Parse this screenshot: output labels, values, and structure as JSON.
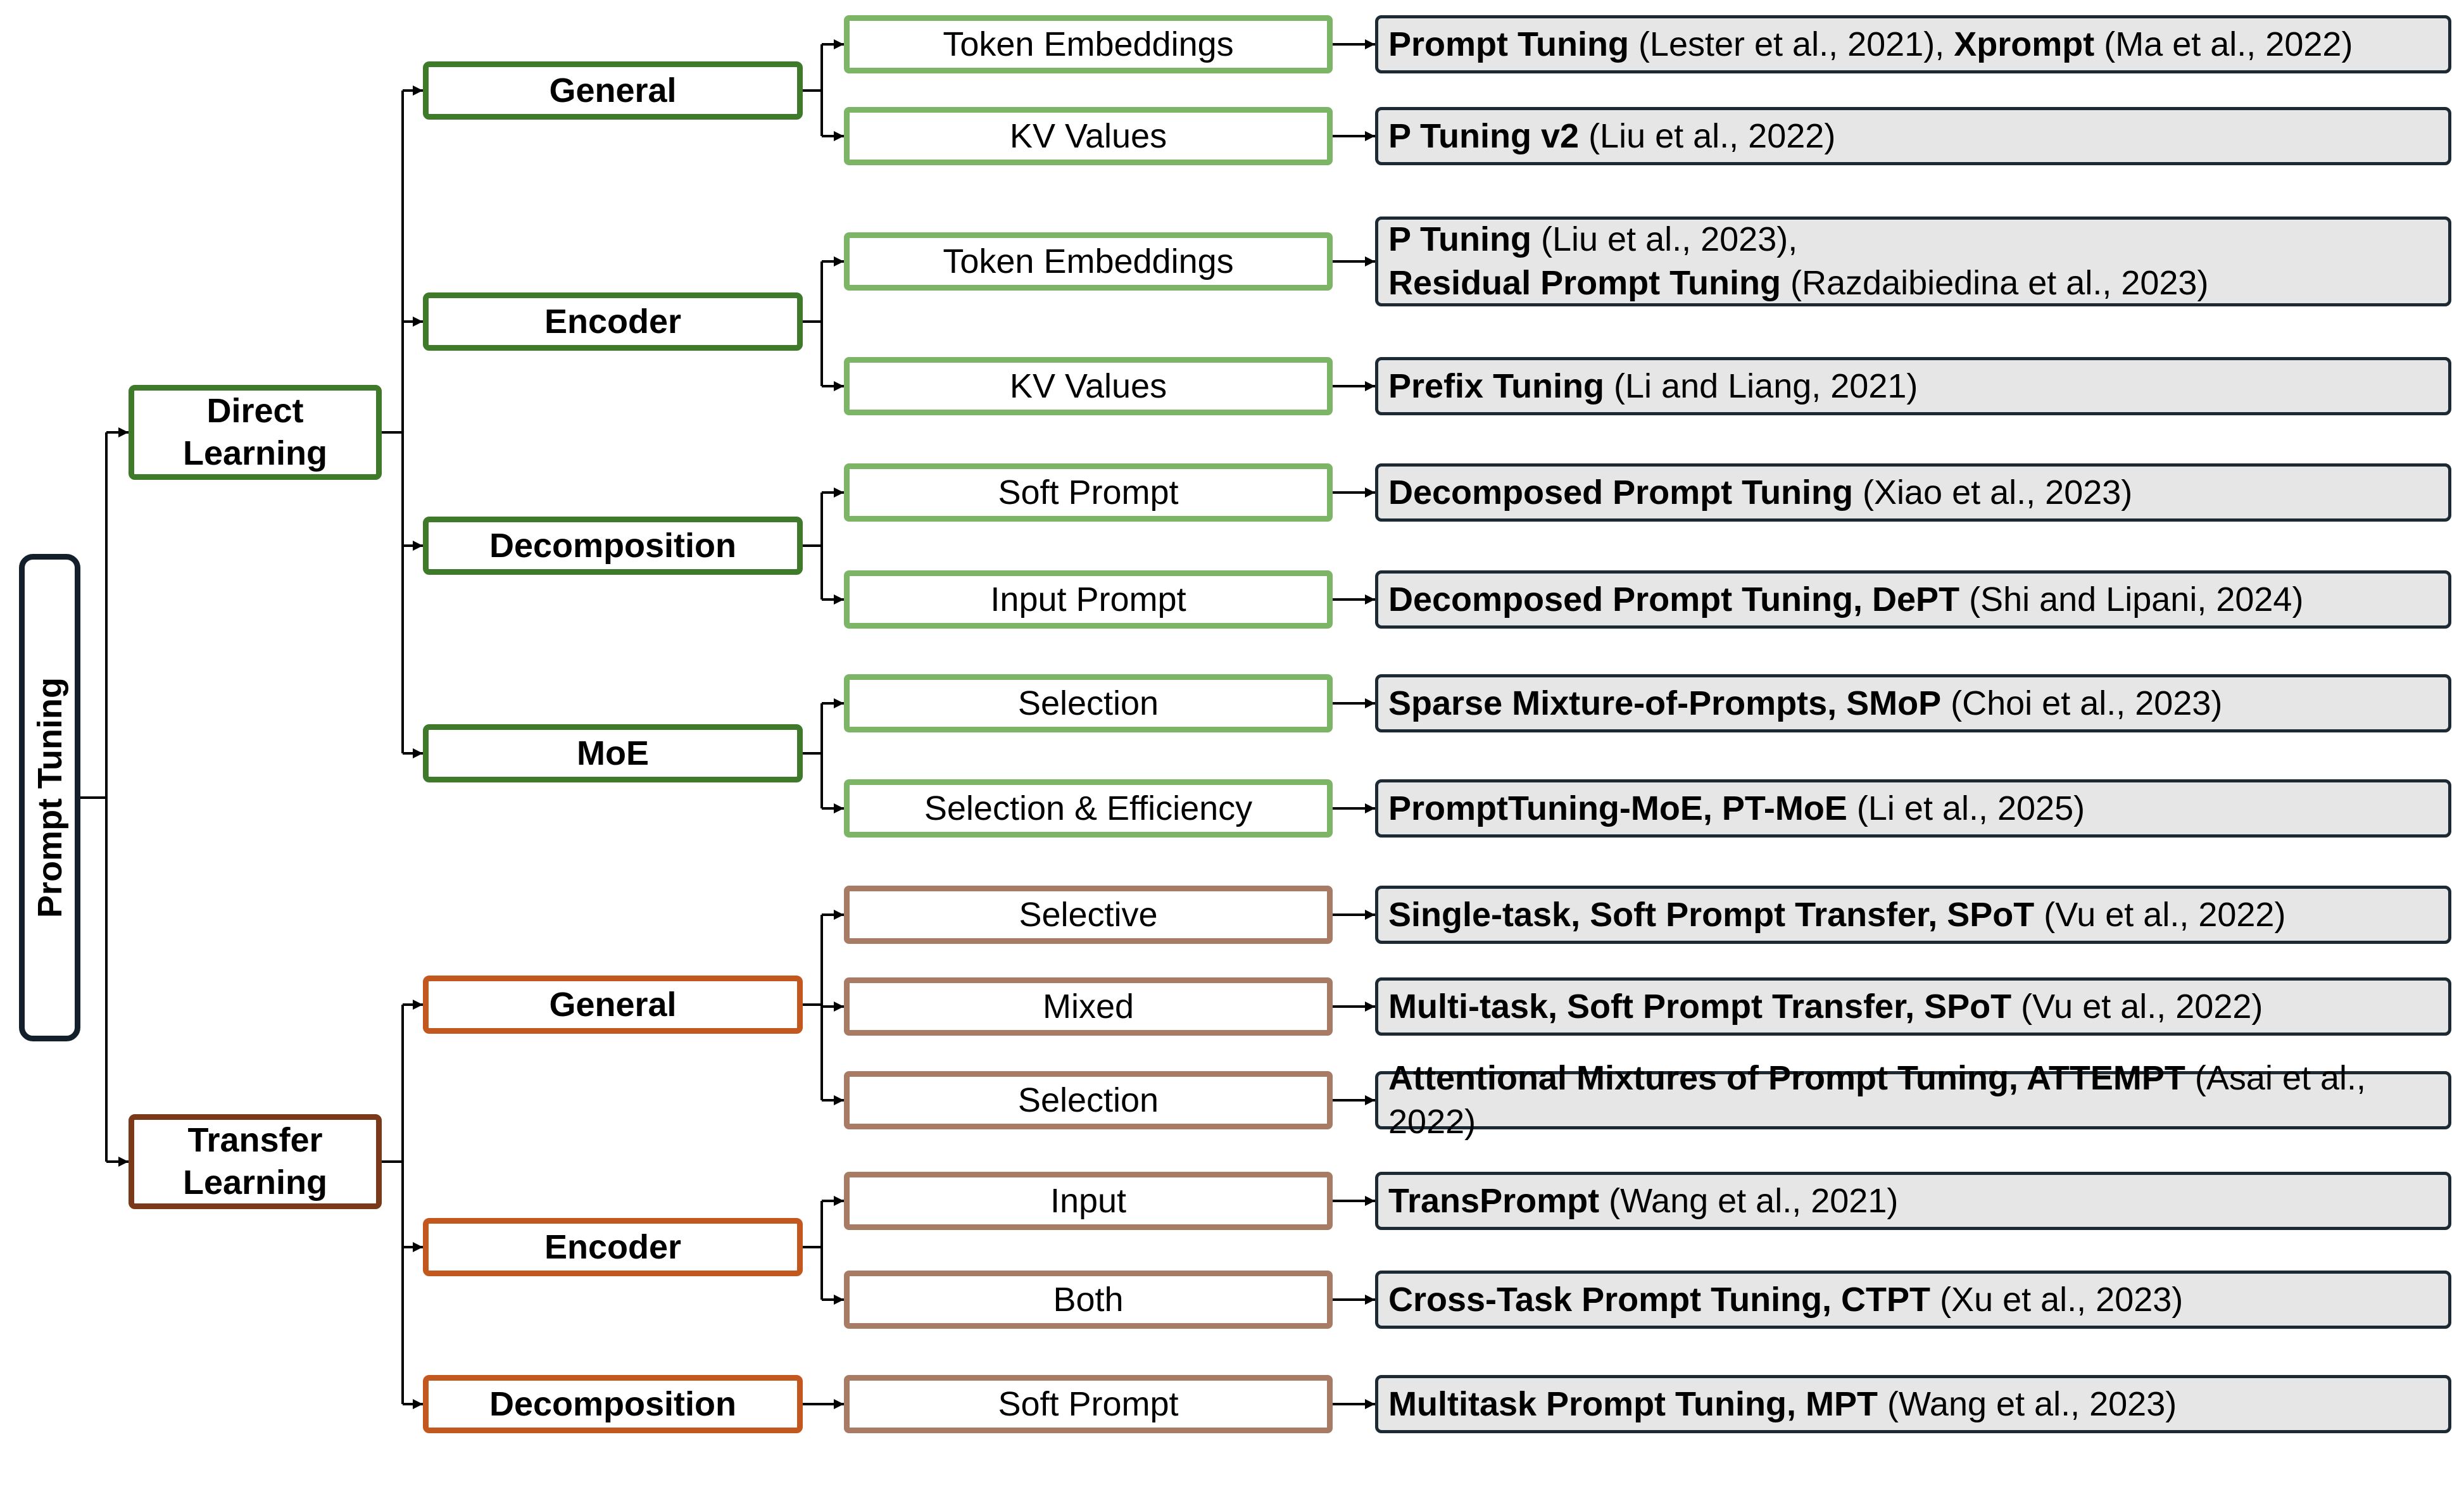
{
  "root": {
    "label": "Prompt Tuning"
  },
  "branches": [
    {
      "label_lines": [
        "Direct",
        "Learning"
      ],
      "color": "#3f7a2b",
      "child_color": "#7db567",
      "groups": [
        {
          "label": "General",
          "items": [
            {
              "label": "Token Embeddings",
              "refs": [
                {
                  "name": "Prompt Tuning",
                  "cite": "(Lester et al., 2021), "
                },
                {
                  "name": "Xprompt",
                  "cite": "(Ma et al., 2022)"
                }
              ]
            },
            {
              "label": "KV Values",
              "refs": [
                {
                  "name": "P Tuning v2",
                  "cite": "(Liu et al., 2022)"
                }
              ]
            }
          ]
        },
        {
          "label": "Encoder",
          "items": [
            {
              "label": "Token Embeddings",
              "refs": [
                {
                  "name": "P Tuning",
                  "cite": "(Liu et al., 2023),"
                },
                {
                  "name": "Residual Prompt Tuning",
                  "cite": "(Razdaibiedina et al., 2023)"
                }
              ]
            },
            {
              "label": "KV Values",
              "refs": [
                {
                  "name": "Prefix Tuning",
                  "cite": "(Li and Liang, 2021)"
                }
              ]
            }
          ]
        },
        {
          "label": "Decomposition",
          "items": [
            {
              "label": "Soft Prompt",
              "refs": [
                {
                  "name": "Decomposed Prompt Tuning",
                  "cite": "(Xiao et al., 2023)"
                }
              ]
            },
            {
              "label": "Input Prompt",
              "refs": [
                {
                  "name": "Decomposed Prompt Tuning, DePT",
                  "cite": "(Shi and Lipani, 2024)"
                }
              ]
            }
          ]
        },
        {
          "label": "MoE",
          "items": [
            {
              "label": "Selection",
              "refs": [
                {
                  "name": "Sparse Mixture-of-Prompts, SMoP",
                  "cite": "(Choi et al., 2023)"
                }
              ]
            },
            {
              "label": "Selection & Efficiency",
              "refs": [
                {
                  "name": "PromptTuning-MoE, PT-MoE",
                  "cite": "(Li et al., 2025)"
                }
              ]
            }
          ]
        }
      ]
    },
    {
      "label_lines": [
        "Transfer",
        "Learning"
      ],
      "color": "#7a3a1a",
      "group_color": "#c2581e",
      "child_color": "#a87c64",
      "groups": [
        {
          "label": "General",
          "items": [
            {
              "label": "Selective",
              "refs": [
                {
                  "name": "Single-task, Soft Prompt Transfer, SPoT",
                  "cite": "(Vu et al., 2022)"
                }
              ]
            },
            {
              "label": "Mixed",
              "refs": [
                {
                  "name": "Multi-task, Soft Prompt Transfer, SPoT",
                  "cite": "(Vu et al., 2022)"
                }
              ]
            },
            {
              "label": "Selection",
              "refs": [
                {
                  "name": "Attentional Mixtures of Prompt Tuning, ATTEMPT",
                  "cite": "(Asai et al., 2022)"
                }
              ]
            }
          ]
        },
        {
          "label": "Encoder",
          "items": [
            {
              "label": "Input",
              "refs": [
                {
                  "name": "TransPrompt",
                  "cite": "(Wang et al., 2021)"
                }
              ]
            },
            {
              "label": "Both",
              "refs": [
                {
                  "name": "Cross-Task Prompt Tuning, CTPT",
                  "cite": "(Xu et al., 2023)"
                }
              ]
            }
          ]
        },
        {
          "label": "Decomposition",
          "items": [
            {
              "label": "Soft Prompt",
              "refs": [
                {
                  "name": "Multitask Prompt Tuning, MPT",
                  "cite": "(Wang et al., 2023)"
                }
              ]
            }
          ]
        }
      ]
    }
  ]
}
